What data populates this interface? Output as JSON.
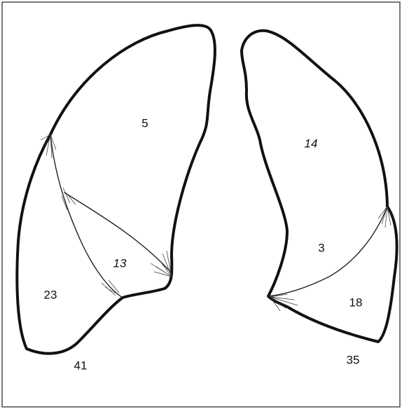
{
  "diagram": {
    "right_lung": {
      "upper_lobe_count": "5",
      "middle_lobe_count": "13",
      "lower_lobe_count": "23",
      "total_count": "41"
    },
    "left_lung": {
      "upper_lobe_count": "14",
      "lingula_count": "3",
      "lower_lobe_count": "18",
      "total_count": "35"
    }
  }
}
